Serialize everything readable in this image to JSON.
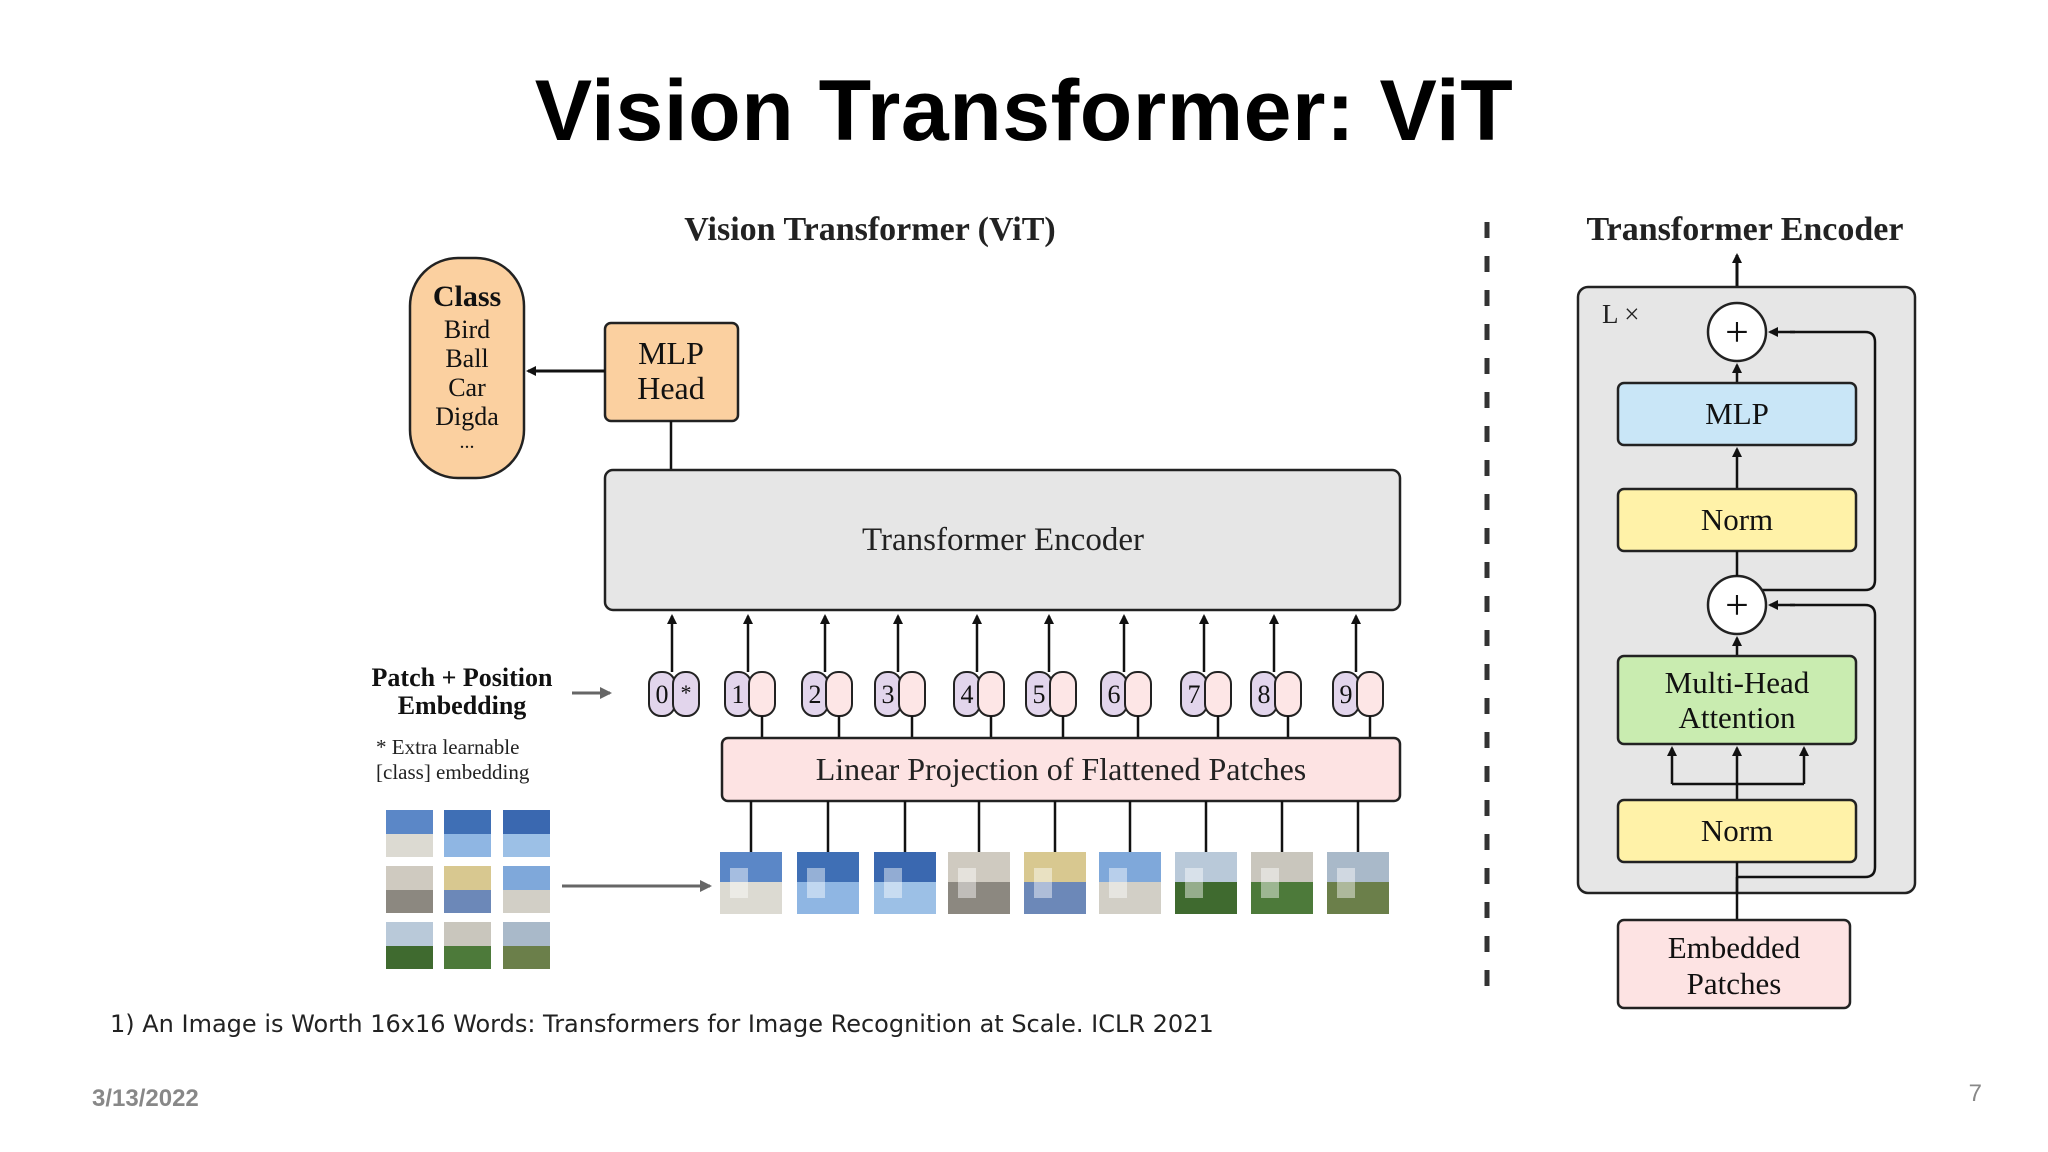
{
  "slide": {
    "title": "Vision Transformer: ViT",
    "footnote": "1) An Image is Worth 16x16 Words: Transformers for Image Recognition at Scale. ICLR 2021",
    "date": "3/13/2022",
    "page_number": "7"
  },
  "vit_diagram": {
    "title": "Vision Transformer (ViT)",
    "class_box": {
      "heading": "Class",
      "items": [
        "Bird",
        "Ball",
        "Car",
        "Digda",
        "..."
      ]
    },
    "mlp_head": [
      "MLP",
      "Head"
    ],
    "encoder_label": "Transformer Encoder",
    "embedding_label": [
      "Patch + Position",
      "Embedding"
    ],
    "extra_note": [
      "* Extra learnable",
      "[class] embedding"
    ],
    "projection_label": "Linear Projection of Flattened Patches",
    "token_indices": [
      "0",
      "1",
      "2",
      "3",
      "4",
      "5",
      "6",
      "7",
      "8",
      "9"
    ],
    "class_token_marker": "*"
  },
  "encoder_block": {
    "title": "Transformer Encoder",
    "repeat_label": "L ×",
    "plus_symbol": "+",
    "mlp": "MLP",
    "norm_top": "Norm",
    "attention": [
      "Multi-Head",
      "Attention"
    ],
    "norm_bottom": "Norm",
    "input": [
      "Embedded",
      "Patches"
    ]
  },
  "colors": {
    "class_box": "#fbd0a0",
    "mlp_head": "#fbd0a0",
    "encoder_gray": "#e6e6e6",
    "projection_pink": "#fde3e3",
    "token_lavender": "#e2d5ec",
    "token_pink": "#fde6e6",
    "mlp_blue": "#c9e6f7",
    "norm_yellow": "#fff2a8",
    "attention_green": "#c9ecb0",
    "embedded_pink": "#fde3e3"
  }
}
